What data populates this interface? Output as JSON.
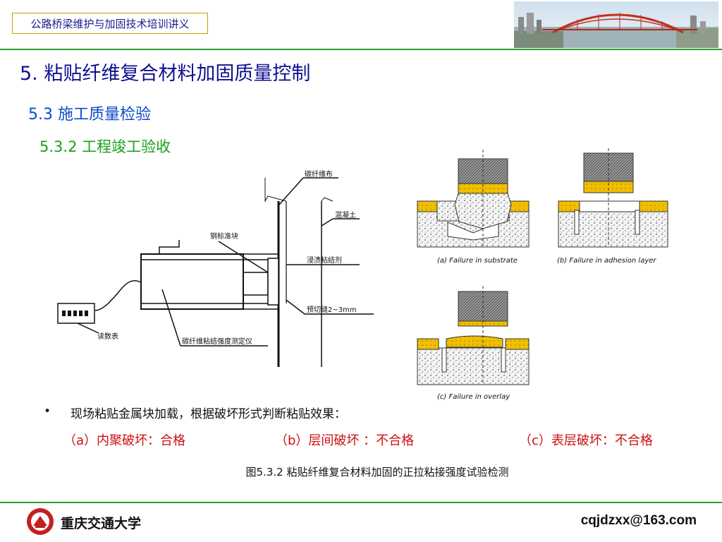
{
  "header": {
    "course_title": "公路桥梁维护与加固技术培训讲义",
    "banner_image": "bridge-photo"
  },
  "slide": {
    "title": "5.  粘贴纤维复合材料加固质量控制",
    "section": "5.3 施工质量检验",
    "subsection": "5.3.2 工程竣工验收"
  },
  "diagram_left": {
    "labels": {
      "cfrp": "碳纤维布",
      "concrete": "混凝土",
      "steel_block": "钢标准块",
      "adhesive": "浸渍粘结剂",
      "precut": "预切缝2~3mm",
      "readout": "读数表",
      "tester": "碳纤维粘结强度测定仪"
    }
  },
  "diagram_right": {
    "captions": {
      "a": "(a) Failure in substrate",
      "b": "(b) Failure in adhesion layer",
      "c": "(c) Failure in overlay"
    }
  },
  "body": {
    "bullet": "现场粘贴金属块加载，根据破坏形式判断粘贴效果：",
    "results": {
      "a": "（a）内聚破坏：合格",
      "b": "（b）层间破坏 ：不合格",
      "c": "（c）表层破坏：不合格"
    },
    "caption": "图5.3.2 粘贴纤维复合材料加固的正拉粘接强度试验检测"
  },
  "footer": {
    "university": "重庆交通大学",
    "email": "cqjdzxx@163.com",
    "logo_icon": "university-seal-icon"
  },
  "colors": {
    "title": "#101090",
    "section": "#0a4cc8",
    "subsection": "#18a018",
    "result": "#cc1010",
    "rule": "#2e9e2e",
    "adhesive": "#f0c000"
  }
}
